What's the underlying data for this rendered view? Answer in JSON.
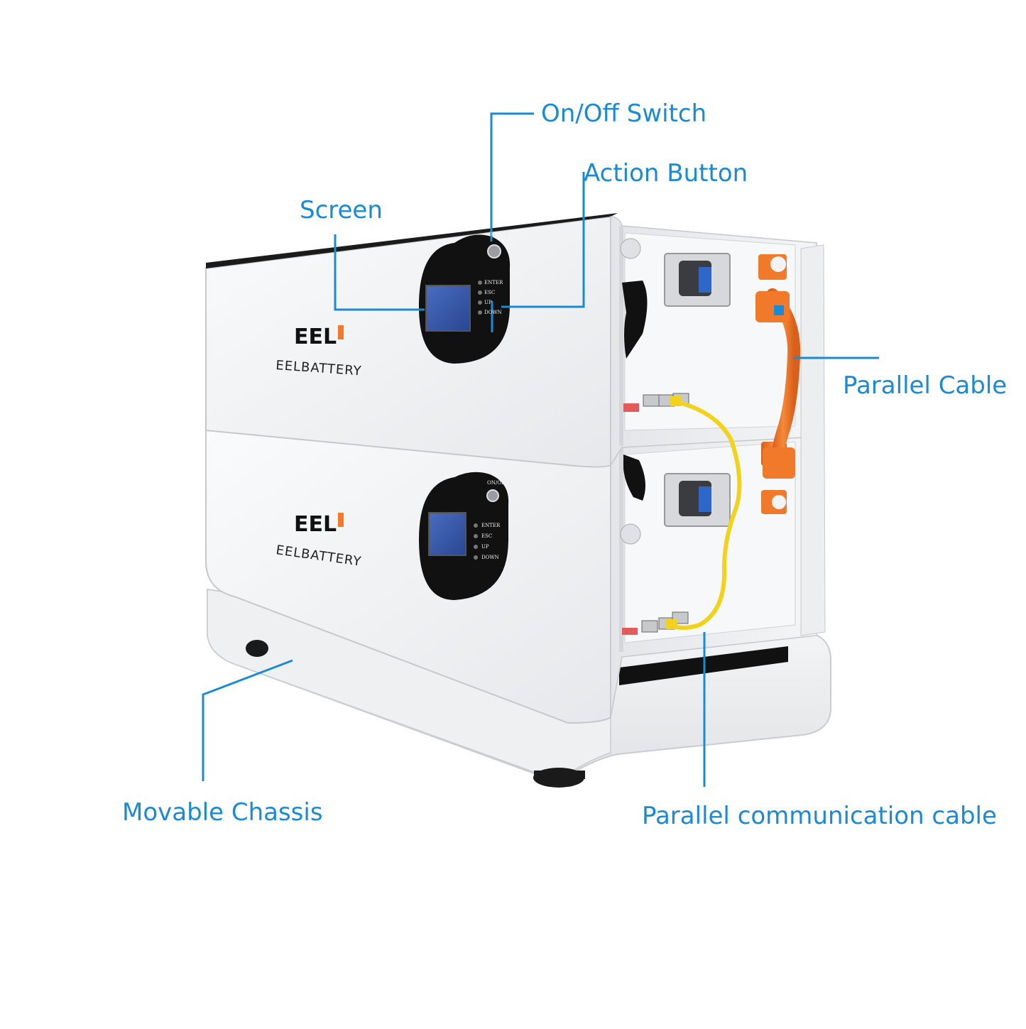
{
  "colors": {
    "accent": "#1a8ad4",
    "cabinet": "#f2f3f5",
    "panel": "#111111",
    "lcd": "#3a5aa8",
    "orange": "#f07a2a",
    "yellow": "#f2d21a"
  },
  "callouts": {
    "on_off_switch": "On/Off Switch",
    "action_button": "Action Button",
    "screen": "Screen",
    "parallel_cable": "Parallel Cable",
    "movable_chassis": "Movable Chassis",
    "parallel_communication_cable": "Parallel communication cable"
  },
  "brand": {
    "logo_mark": "EEL",
    "name": "EELBATTERY"
  },
  "control_panel": {
    "switch_label": "ON/OFF",
    "buttons": [
      "ENTER",
      "ESC",
      "UP",
      "DOWN"
    ]
  },
  "icons": {
    "switch": "power-switch-icon",
    "breaker": "circuit-breaker-icon",
    "port": "rj45-port-icon"
  }
}
